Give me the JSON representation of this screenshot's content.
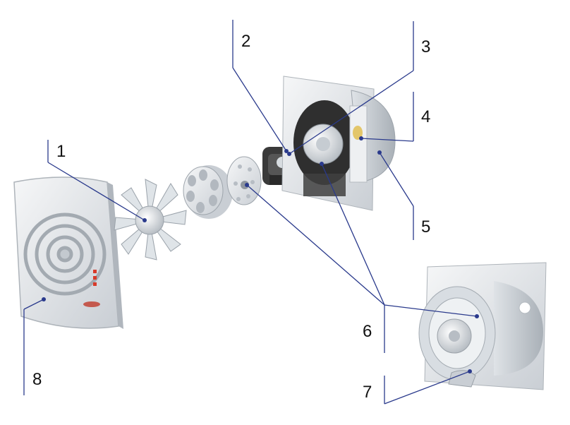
{
  "callouts": [
    {
      "id": 1,
      "label": "1"
    },
    {
      "id": 2,
      "label": "2"
    },
    {
      "id": 3,
      "label": "3"
    },
    {
      "id": 4,
      "label": "4"
    },
    {
      "id": 5,
      "label": "5"
    },
    {
      "id": 6,
      "label": "6"
    },
    {
      "id": 7,
      "label": "7"
    },
    {
      "id": 8,
      "label": "8"
    }
  ],
  "colors": {
    "leader": "#2a3a8c",
    "panel": "#e8ebee",
    "panel_shadow": "#b9bfc6",
    "housing_dark": "#3a3a3a",
    "led": "#d83a2a",
    "background": "#ffffff"
  }
}
